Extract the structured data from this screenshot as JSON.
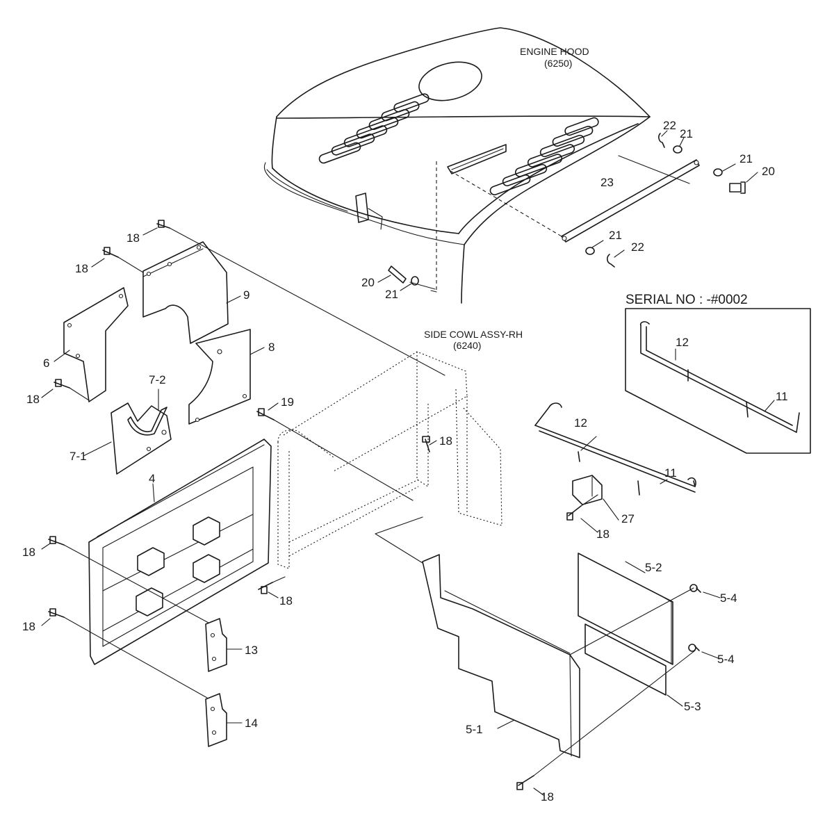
{
  "labels": {
    "engine_hood": "ENGINE HOOD",
    "engine_hood_code": "(6250)",
    "side_cowl": "SIDE COWL ASSY-RH",
    "side_cowl_code": "(6240)",
    "serial_no": "SERIAL NO : -#0002"
  },
  "callouts": {
    "p4": "4",
    "p5_1": "5-1",
    "p5_2": "5-2",
    "p5_3": "5-3",
    "p5_4": "5-4",
    "p6": "6",
    "p7_1": "7-1",
    "p7_2": "7-2",
    "p8": "8",
    "p9": "9",
    "p11": "11",
    "p12": "12",
    "p13": "13",
    "p14": "14",
    "p18": "18",
    "p19": "19",
    "p20": "20",
    "p21": "21",
    "p22": "22",
    "p23": "23",
    "p27": "27"
  }
}
